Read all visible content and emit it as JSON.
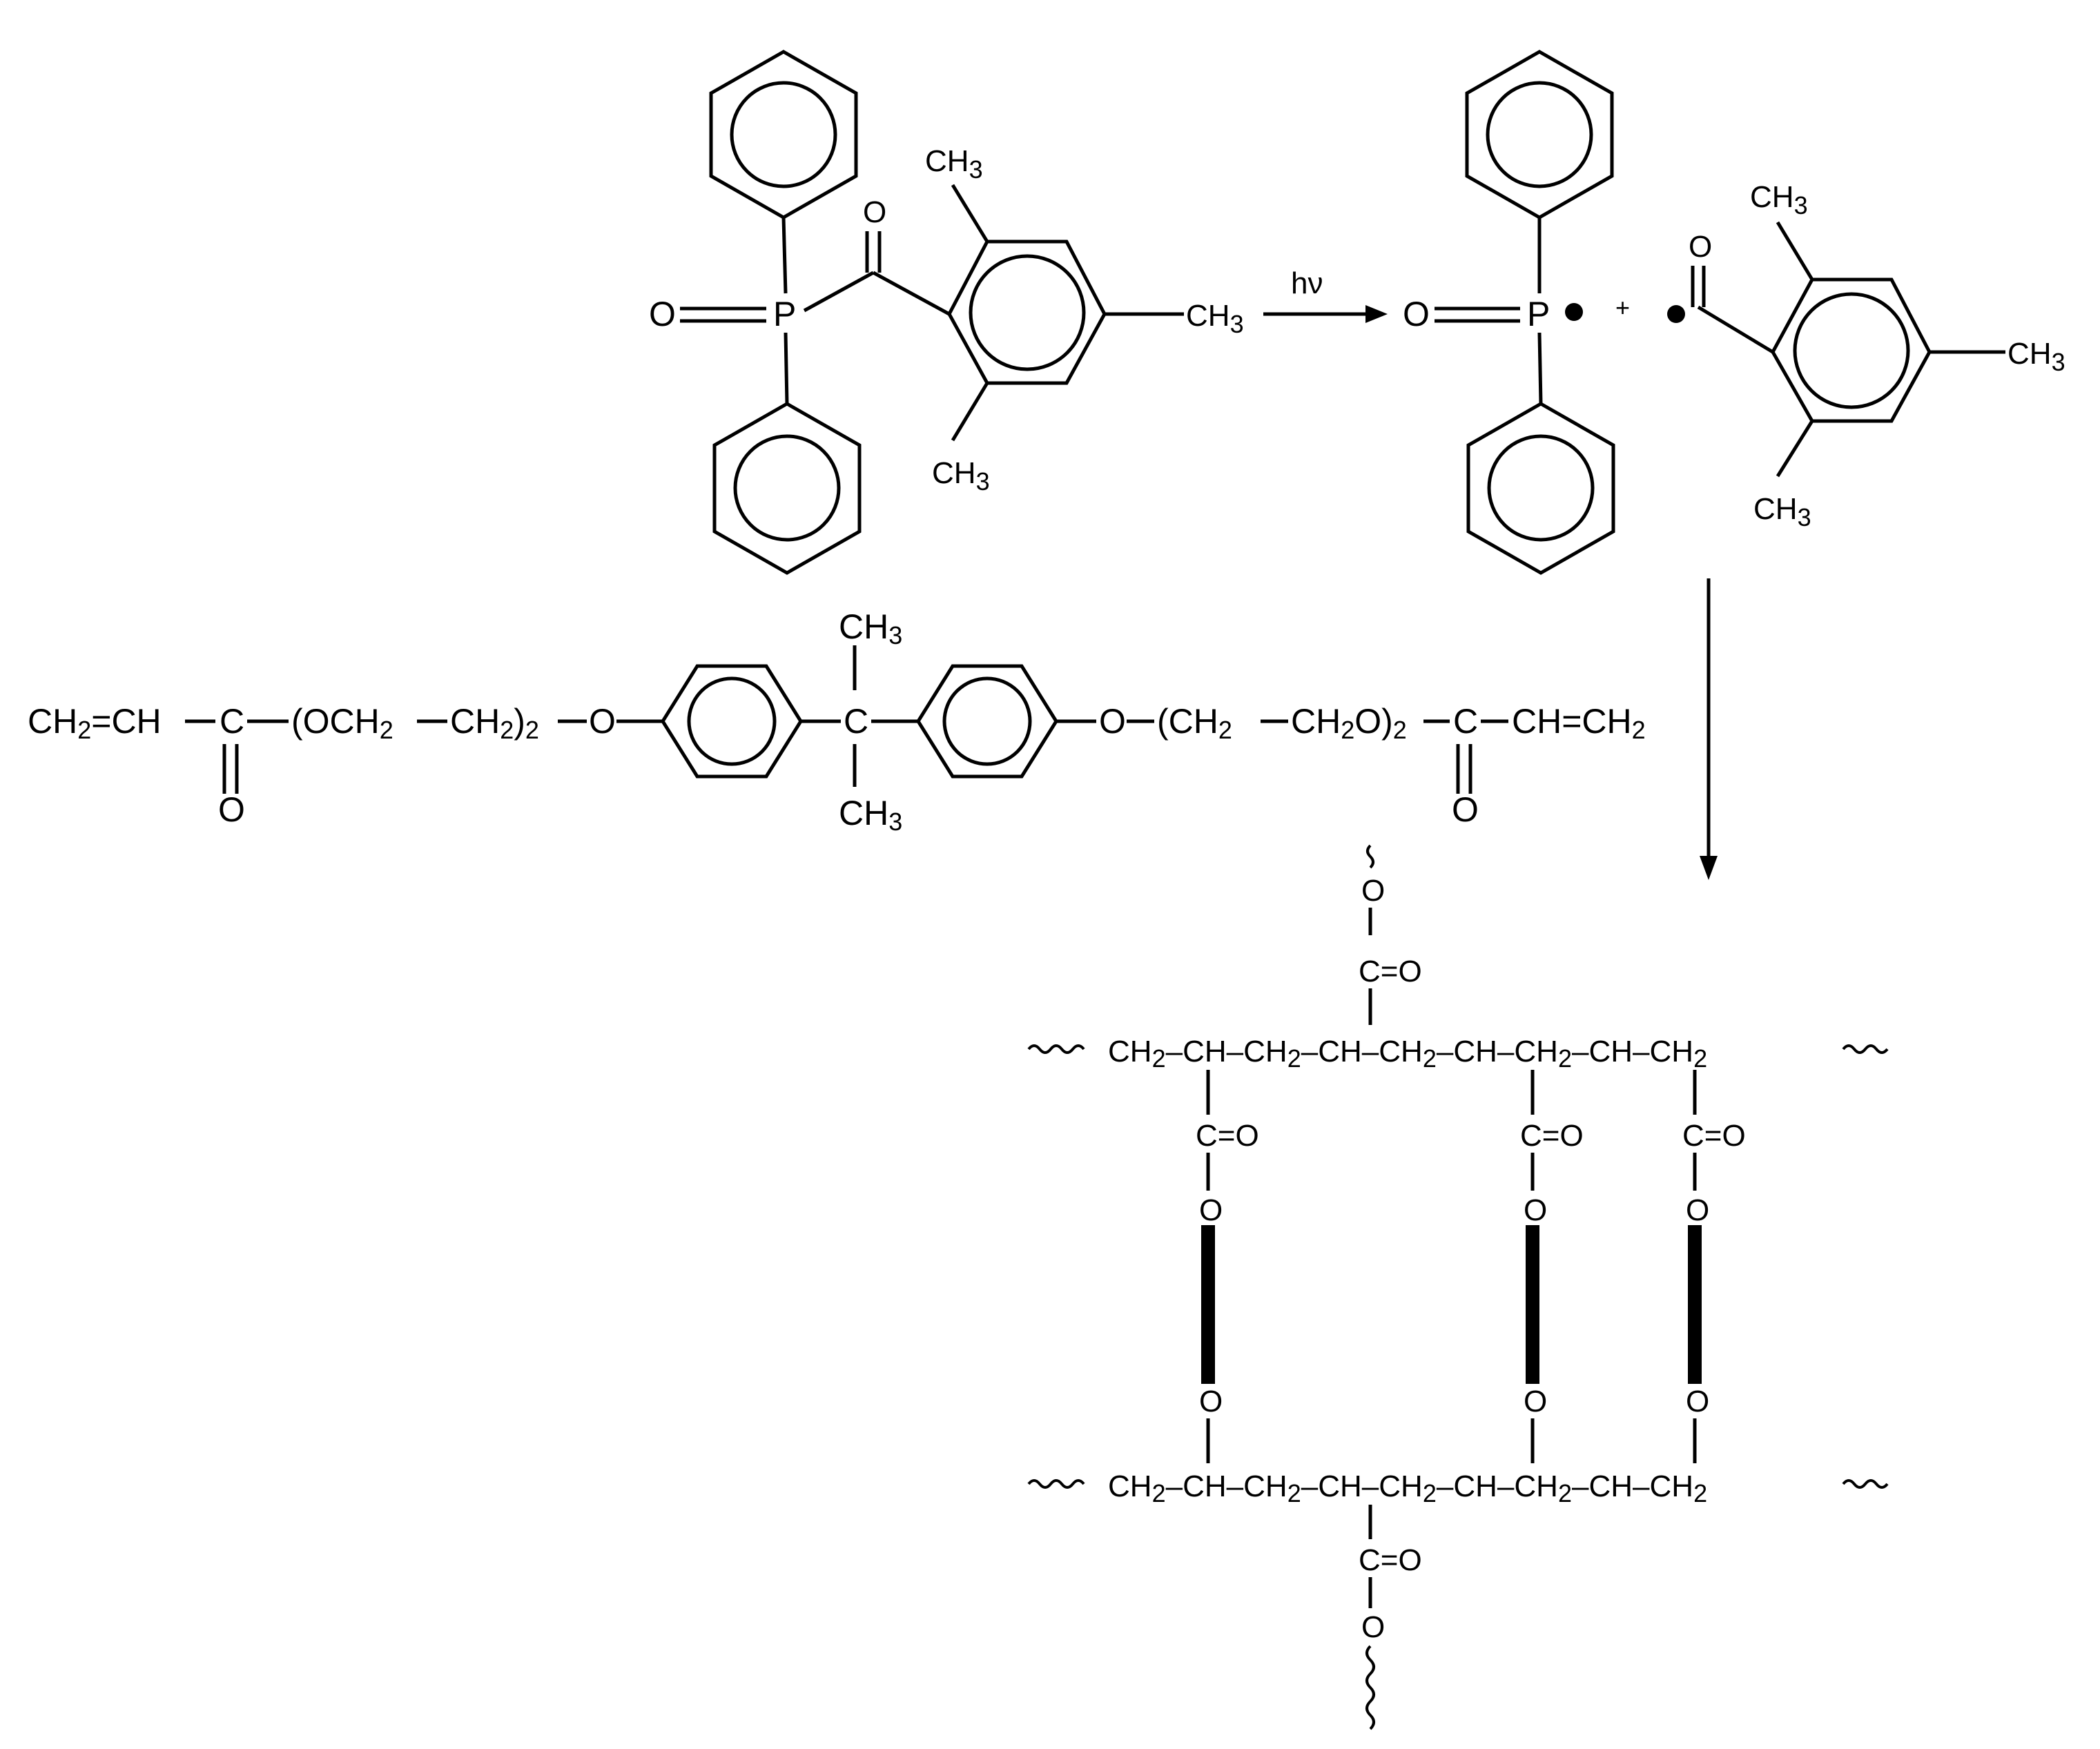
{
  "initiator": {
    "oxygen": "O",
    "phosphorus": "P",
    "carbonyl_oxygen": "O",
    "ch3_top": "CH",
    "ch3_right": "CH",
    "ch3_bottom": "CH",
    "sub3": "3"
  },
  "arrow": {
    "label": "hν"
  },
  "products": {
    "phosphinoyl_oxygen": "O",
    "phosphinoyl_p": "P",
    "plus": "+",
    "benzoyl_oxygen": "O",
    "ch3_top": "CH",
    "ch3_right": "CH",
    "ch3_bottom": "CH",
    "sub3": "3"
  },
  "monomer": {
    "left_vinyl": "CH",
    "sub2": "2",
    "eq_ch": "=CH",
    "carbon_left": "C",
    "o_left": "O",
    "peg_left_a": "(OCH",
    "peg_left_b": "CH",
    "peg_left_close": ")",
    "peg_left_n": "2",
    "ether_o_left": "O",
    "central_c": "C",
    "ch3_top": "CH",
    "ch3_bottom": "CH",
    "sub3": "3",
    "ether_o_right": "O",
    "peg_right_a": "(CH",
    "peg_right_b": "CH",
    "peg_right_o": "O)",
    "peg_right_n": "2",
    "carbon_right": "C",
    "o_right": "O",
    "right_vinyl": "CH=CH"
  },
  "network": {
    "ch2": "CH",
    "ch": "CH",
    "sub2": "2",
    "carbonyl": "C=O",
    "oxygen": "O"
  }
}
